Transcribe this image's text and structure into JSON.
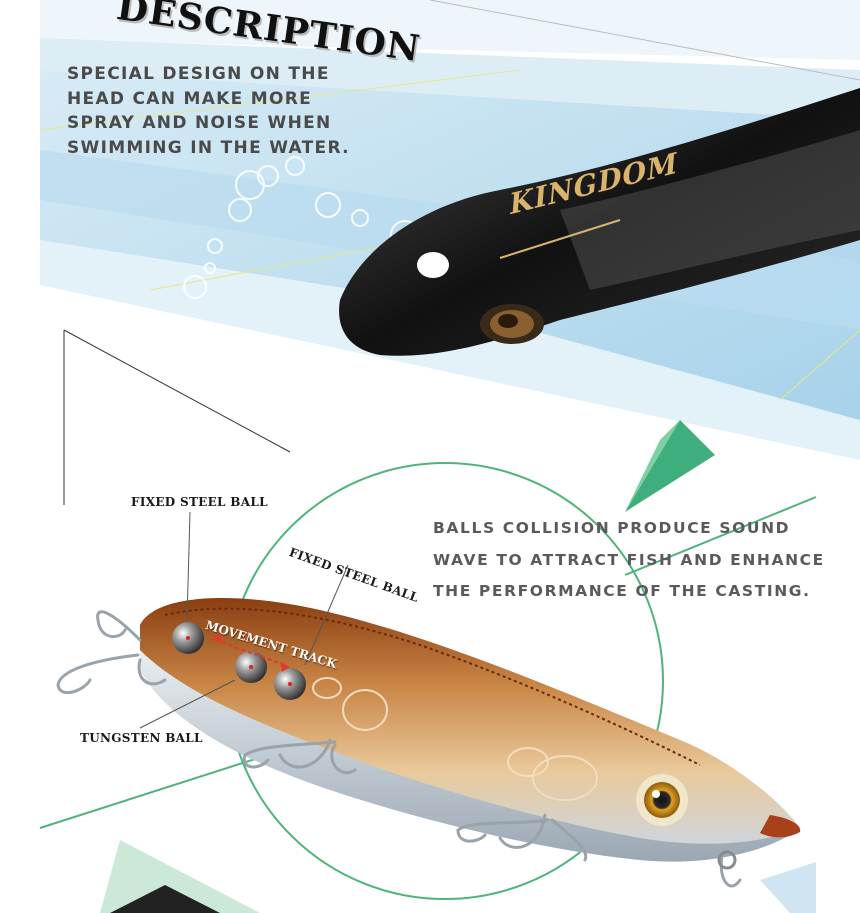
{
  "header": {
    "title": "DESCRIPTION"
  },
  "top_section": {
    "description_lines": [
      "SPECIAL DESIGN ON THE",
      "HEAD CAN MAKE MORE",
      "SPRAY AND NOISE WHEN",
      "SWIMMING IN THE WATER."
    ],
    "brand_logo_text": "KINGDOM"
  },
  "bottom_section": {
    "description_lines": [
      "BALLS COLLISION PRODUCE SOUND",
      "WAVE TO ATTRACT FISH AND ENHANCE",
      "THE PERFORMANCE OF THE CASTING."
    ],
    "labels": {
      "fixed_steel_ball_1": "FIXED STEEL BALL",
      "fixed_steel_ball_2": "FIXED STEEL BALL",
      "movement_track": "MOVEMENT TRACK",
      "tungsten_ball": "TUNGSTEN BALL"
    }
  },
  "colors": {
    "light_blue_band": "#cfe6f2",
    "mid_blue_band": "#a9d3ea",
    "green_accent": "#4fb37a",
    "lure_body_brown": "#b36a2a",
    "lure_head_black": "#1b1b1b",
    "text_gray": "#4a4a4a"
  }
}
